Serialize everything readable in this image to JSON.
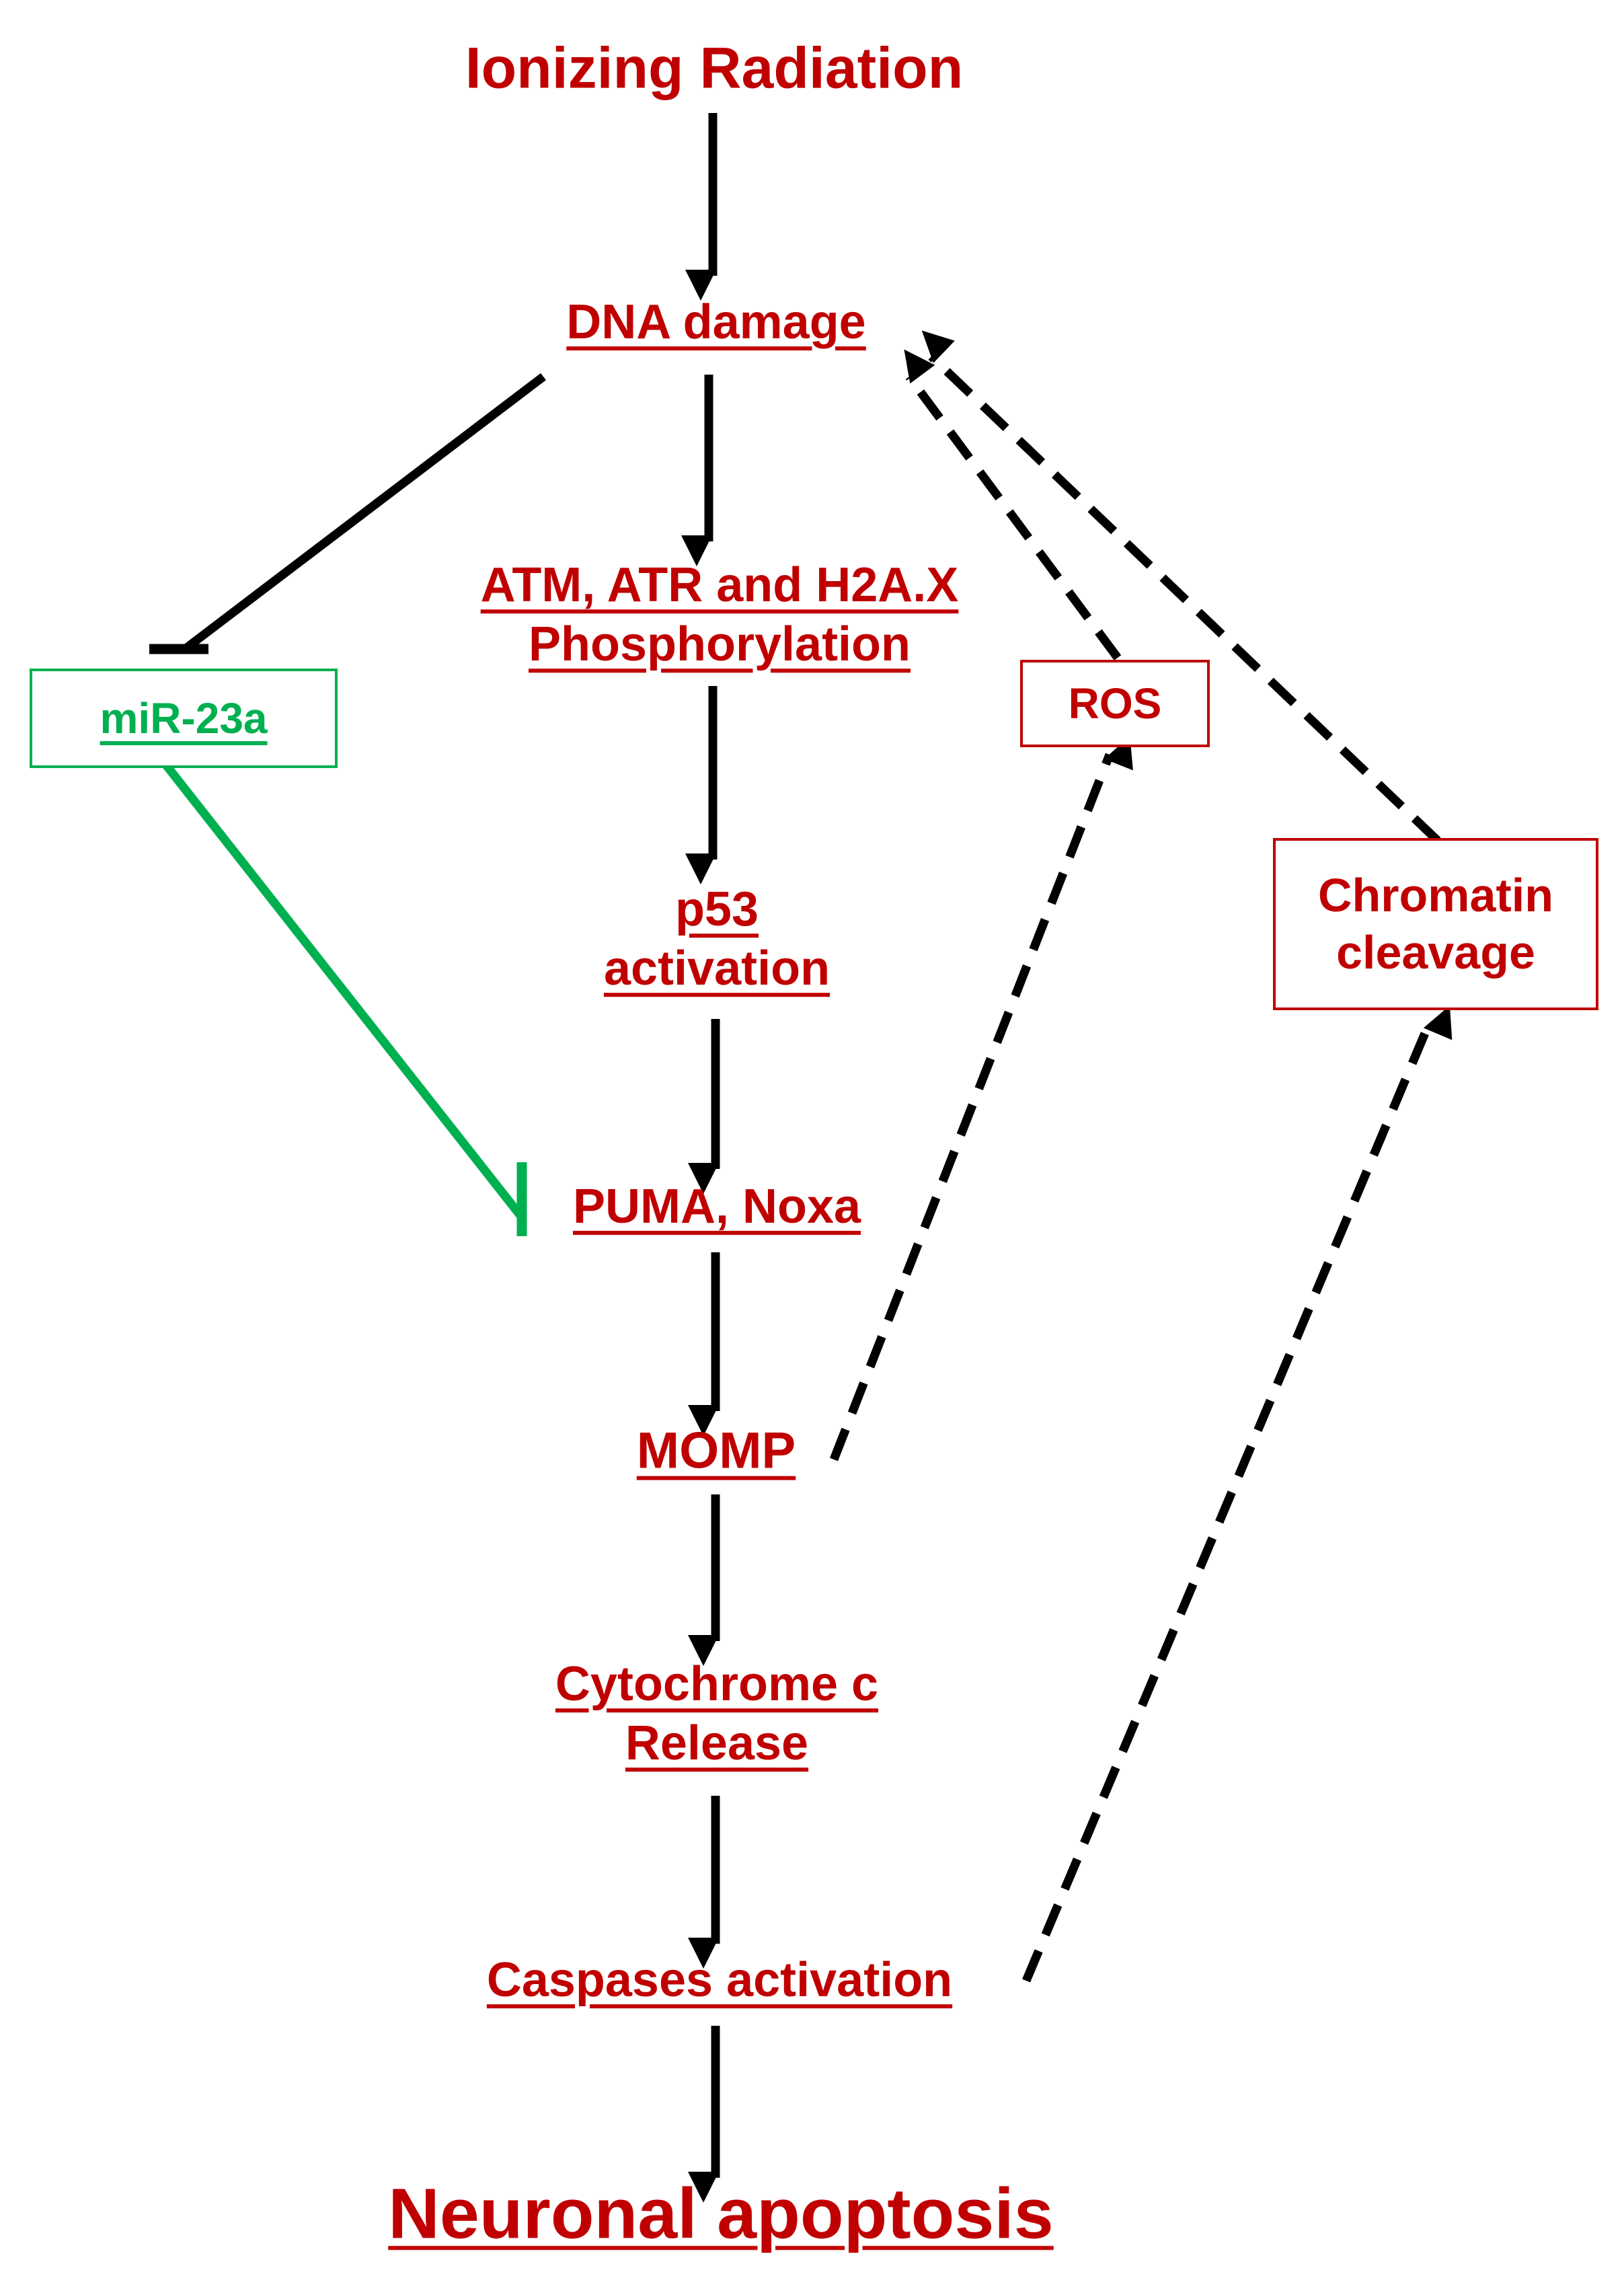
{
  "diagram": {
    "colors": {
      "text_red": "#c00000",
      "inhibit_green": "#00b050",
      "arrow_black": "#000000"
    },
    "nodes": {
      "ionizing_radiation": "Ionizing Radiation",
      "dna_damage": "DNA damage",
      "atm_line1": "ATM, ATR and H2A.X",
      "atm_line2": "Phosphorylation",
      "mir23a": "miR-23a",
      "ros": "ROS",
      "p53_line1": "p53",
      "p53_line2": "activation",
      "chromatin_line1": "Chromatin",
      "chromatin_line2": "cleavage",
      "puma_noxa": "PUMA, Noxa",
      "momp": "MOMP",
      "cytc_line1": "Cytochrome c",
      "cytc_line2": "Release",
      "caspases": "Caspases activation",
      "neuronal_apoptosis": "Neuronal apoptosis"
    },
    "edges": [
      {
        "from": "Ionizing Radiation",
        "to": "DNA damage",
        "kind": "activates"
      },
      {
        "from": "DNA damage",
        "to": "ATM, ATR and H2A.X Phosphorylation",
        "kind": "activates"
      },
      {
        "from": "DNA damage",
        "to": "miR-23a",
        "kind": "inhibits"
      },
      {
        "from": "ATM, ATR and H2A.X Phosphorylation",
        "to": "p53 activation",
        "kind": "activates"
      },
      {
        "from": "p53 activation",
        "to": "PUMA, Noxa",
        "kind": "activates"
      },
      {
        "from": "miR-23a",
        "to": "PUMA, Noxa",
        "kind": "inhibits"
      },
      {
        "from": "PUMA, Noxa",
        "to": "MOMP",
        "kind": "activates"
      },
      {
        "from": "MOMP",
        "to": "Cytochrome c Release",
        "kind": "activates"
      },
      {
        "from": "Cytochrome c Release",
        "to": "Caspases activation",
        "kind": "activates"
      },
      {
        "from": "Caspases activation",
        "to": "Neuronal apoptosis",
        "kind": "activates"
      },
      {
        "from": "MOMP",
        "to": "ROS",
        "kind": "feedback"
      },
      {
        "from": "ROS",
        "to": "DNA damage",
        "kind": "feedback"
      },
      {
        "from": "Caspases activation",
        "to": "Chromatin cleavage",
        "kind": "feedback"
      },
      {
        "from": "Chromatin cleavage",
        "to": "DNA damage",
        "kind": "feedback"
      }
    ]
  }
}
